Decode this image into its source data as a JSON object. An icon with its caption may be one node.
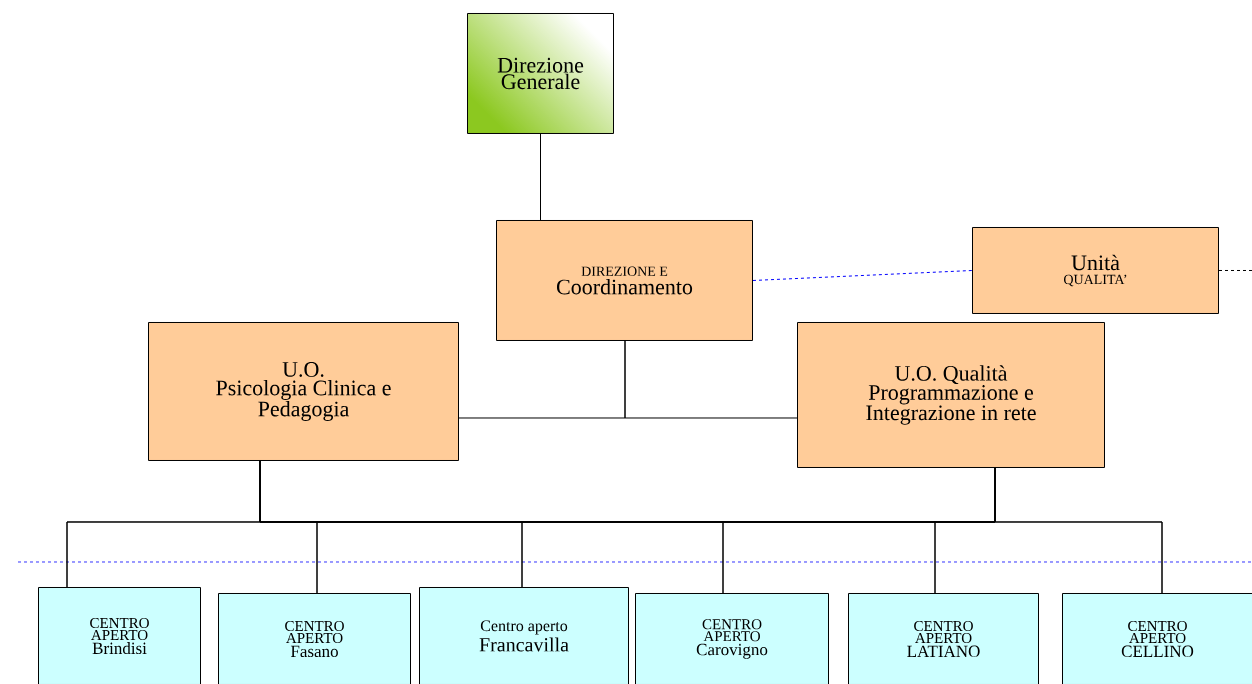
{
  "diagram": {
    "nodes": [
      {
        "text": [
          "Direzione Generale"
        ]
      },
      {
        "text": [
          "DIREZIONE E",
          "Coordinamento"
        ]
      },
      {
        "text": [
          "Unità",
          "QUALITA’"
        ]
      },
      {
        "text": [
          "U.O.",
          "Psicologia Clinica e Pedagogia"
        ]
      },
      {
        "text": [
          "U.O. Qualità Programmazione e Integrazione in rete"
        ]
      },
      {
        "text": [
          "CENTRO APERTO",
          "Brindisi"
        ]
      },
      {
        "text": [
          "CENTRO APERTO",
          "Fasano"
        ]
      },
      {
        "text": [
          "Centro aperto",
          "Francavilla"
        ]
      },
      {
        "text": [
          "CENTRO APERTO",
          "Carovigno"
        ]
      },
      {
        "text": [
          "CENTRO APERTO",
          "LATIANO"
        ]
      },
      {
        "text": [
          "CENTRO APERTO",
          "CELLINO"
        ]
      }
    ],
    "edges": [
      {
        "from": 0,
        "to": 1,
        "arrow": "none"
      },
      {
        "from": 1,
        "to": 2,
        "arrow": "none",
        "style": "dashed",
        "color": "#0000ff"
      },
      {
        "from": 2,
        "to": null,
        "arrow": "none",
        "style": "dashed"
      },
      {
        "from": 1,
        "to": 3,
        "arrow": "none"
      },
      {
        "from": 1,
        "to": 4,
        "arrow": "none"
      },
      {
        "from": 3,
        "to": 5,
        "arrow": "none"
      },
      {
        "from": 3,
        "to": 6,
        "arrow": "none"
      },
      {
        "from": 3,
        "to": 7,
        "arrow": "none"
      },
      {
        "from": 3,
        "to": 8,
        "arrow": "none"
      },
      {
        "from": 3,
        "to": 9,
        "arrow": "none"
      },
      {
        "from": 3,
        "to": 10,
        "arrow": "none"
      },
      {
        "from": 4,
        "to": 5,
        "arrow": "none"
      },
      {
        "from": 4,
        "to": 6,
        "arrow": "none"
      },
      {
        "from": 4,
        "to": 7,
        "arrow": "none"
      },
      {
        "from": 4,
        "to": 8,
        "arrow": "none"
      },
      {
        "from": 4,
        "to": 9,
        "arrow": "none"
      },
      {
        "from": 4,
        "to": 10,
        "arrow": "none"
      }
    ]
  }
}
